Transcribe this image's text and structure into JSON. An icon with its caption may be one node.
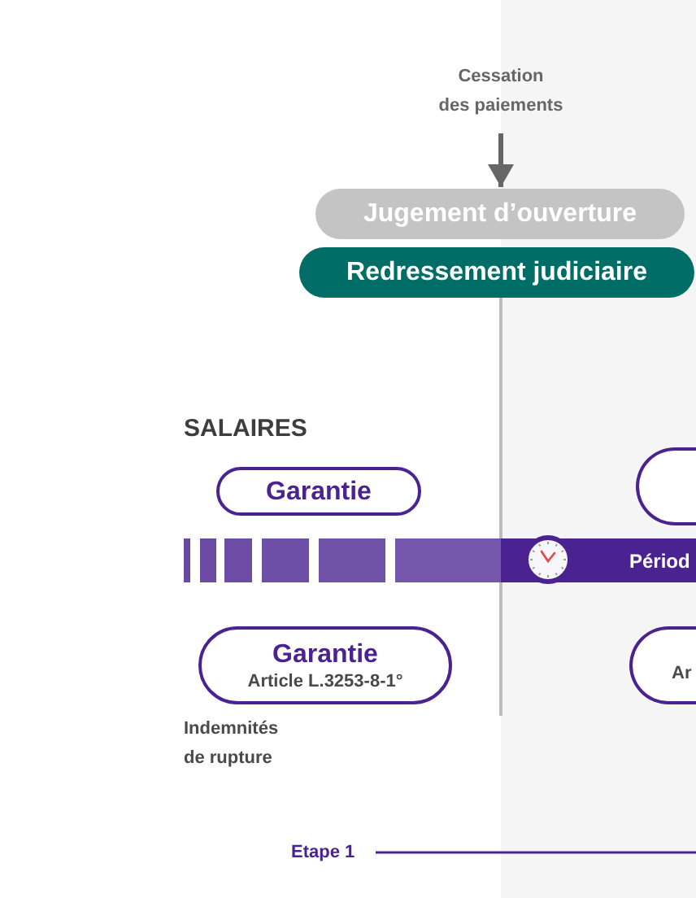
{
  "diagram": {
    "nodes": [
      {
        "text": [
          "Cessation des paiements"
        ]
      },
      {
        "text": [
          "Jugement d’ouverture"
        ]
      },
      {
        "text": [
          "Redressement judiciaire"
        ]
      },
      {
        "text": [
          "Garantie"
        ]
      },
      {
        "text": [],
        "shape": "box"
      },
      {
        "text": [
          "Périod"
        ]
      },
      {
        "text": [
          "Garantie",
          "Article L.3253-8-1°"
        ]
      },
      {
        "text": [
          "Ar"
        ]
      }
    ],
    "edges": [
      {
        "from": 0,
        "to": 1,
        "arrow": "to"
      }
    ],
    "labels": [
      "SALAIRES",
      "Indemnités de rupture",
      "Etape 1"
    ]
  }
}
